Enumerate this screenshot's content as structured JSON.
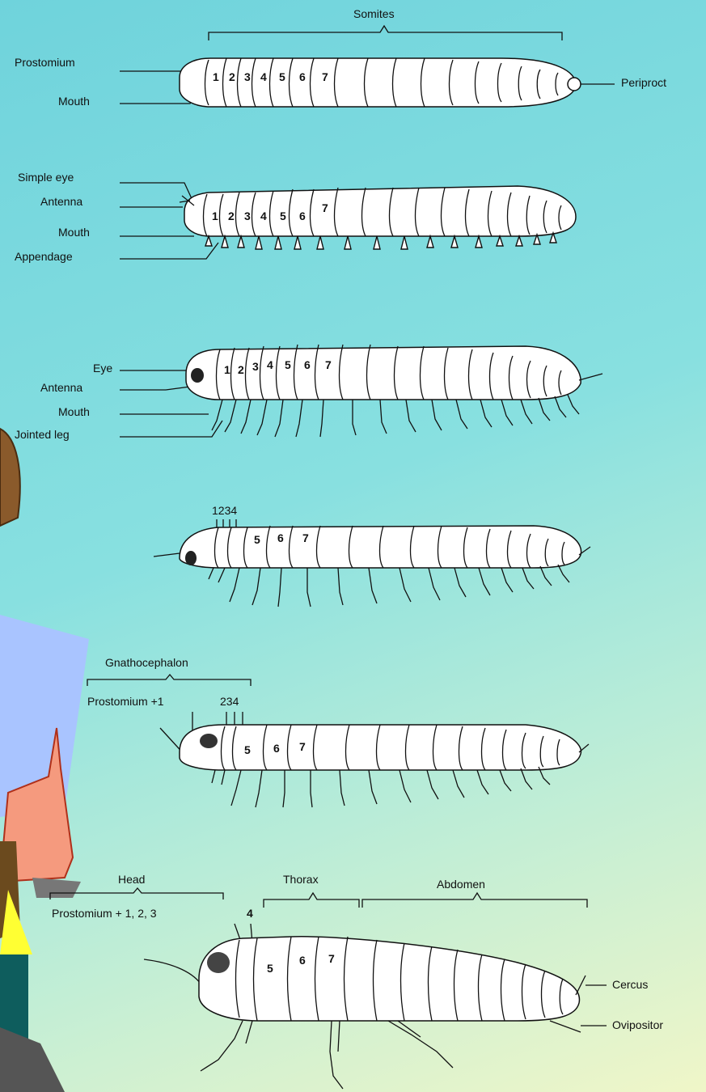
{
  "colors": {
    "bg_top": "#6fd3dc",
    "bg_bottom": "#f0f6c8",
    "figure_person": "#a9c4ff",
    "figure_arm": "#f59a7e",
    "figure_hair": "#8a5a2b"
  },
  "stage1": {
    "header": "Somites",
    "labels": {
      "prostomium": "Prostomium",
      "mouth": "Mouth",
      "periproct": "Periproct"
    },
    "segments": [
      "1",
      "2",
      "3",
      "4",
      "5",
      "6",
      "7"
    ]
  },
  "stage2": {
    "labels": {
      "simple_eye": "Simple eye",
      "antenna": "Antenna",
      "mouth": "Mouth",
      "appendage": "Appendage"
    },
    "segments": [
      "1",
      "2",
      "3",
      "4",
      "5",
      "6",
      "7"
    ]
  },
  "stage3": {
    "labels": {
      "eye": "Eye",
      "antenna": "Antenna",
      "mouth": "Mouth",
      "jointed_leg": "Jointed leg"
    },
    "segments": [
      "1",
      "2",
      "3",
      "4",
      "5",
      "6",
      "7"
    ]
  },
  "stage4": {
    "top_numbers": "1234",
    "segments": [
      "5",
      "6",
      "7"
    ]
  },
  "stage5": {
    "header": "Gnathocephalon",
    "sublabel": "Prostomium +1",
    "top_numbers": "234",
    "segments": [
      "5",
      "6",
      "7"
    ]
  },
  "stage6": {
    "head": "Head",
    "thorax": "Thorax",
    "abdomen": "Abdomen",
    "head_sub": "Prostomium + 1, 2, 3",
    "num4": "4",
    "segments": [
      "5",
      "6",
      "7"
    ],
    "cercus": "Cercus",
    "ovipositor": "Ovipositor"
  }
}
